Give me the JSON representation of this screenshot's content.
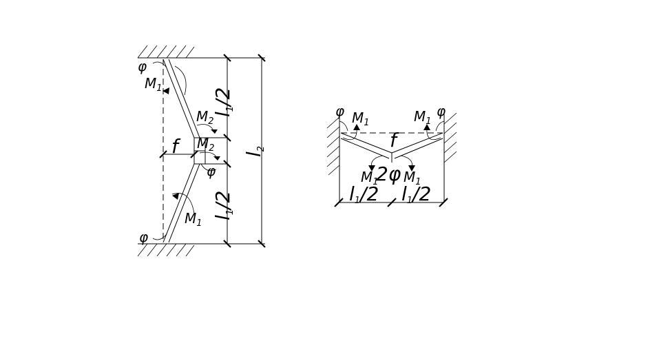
{
  "diagram": {
    "left": {
      "phi_top": "φ",
      "phi_bottom": "φ",
      "phi_mid": "φ",
      "m_top": "M",
      "m_top_sub": "1",
      "m_bottom": "M",
      "m_bottom_sub": "1",
      "m_mid_upper": "M",
      "m_mid_upper_sub": "2",
      "m_mid_lower": "M",
      "m_mid_lower_sub": "2",
      "f": "f",
      "dim_upper_l": "l",
      "dim_upper_sub": "1",
      "dim_upper_tail": "/2",
      "dim_lower_l": "l",
      "dim_lower_sub": "1",
      "dim_lower_tail": "/2",
      "dim_total_l": "l",
      "dim_total_sub": "2"
    },
    "right": {
      "phi_left": "φ",
      "phi_right": "φ",
      "m_left": "M",
      "m_left_sub": "1",
      "m_right": "M",
      "m_right_sub": "1",
      "f": "f",
      "m_mid_left": "M",
      "m_mid_left_sub": "1",
      "two_phi": "2φ",
      "m_mid_right": "M",
      "m_mid_right_sub": "1",
      "dim_left_l": "l",
      "dim_left_sub": "1",
      "dim_left_tail": "/2",
      "dim_right_l": "l",
      "dim_right_sub": "1",
      "dim_right_tail": "/2"
    }
  }
}
